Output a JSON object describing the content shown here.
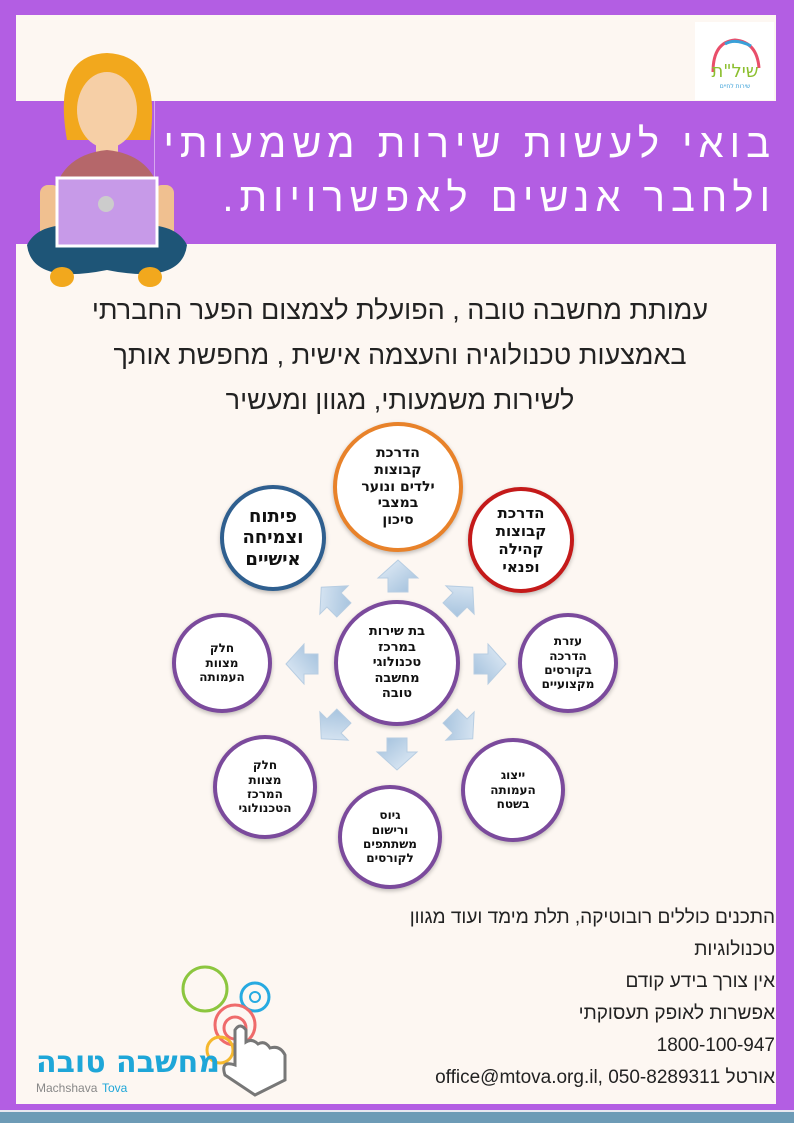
{
  "header": {
    "title_line1": "בואי לעשות שירות משמעותי",
    "title_line2": "ולחבר אנשים לאפשרויות.",
    "partner_logo_text": "שיל\"ת",
    "partner_logo_sub": "שירות לחיים"
  },
  "lead": {
    "line1": "עמותת מחשבה טובה , הפועלת לצמצום הפער החברתי",
    "line2": "באמצעות טכנולוגיה והעצמה אישית , מחפשת אותך",
    "line3": "לשירות משמעותי, מגוון ומעשיר"
  },
  "diagram": {
    "center": "בת שירות\nבמרכז\nטכנולוגי\nמחשבה\nטובה",
    "top": "הדרכת\nקבוצות\nילדים ונוער\nבמצבי\nסיכון",
    "top_right": "הדרכת\nקבוצות\nקהילה\nופנאי",
    "top_left": "פיתוח\nוצמיחה\nאישיים",
    "right": "עזרת\nהדרכה\nבקורסים\nמקצועיים",
    "left": "חלק\nמצוות\nהעמותה",
    "bottom_right": "ייצוג\nהעמותה\nבשטח",
    "bottom_left": "חלק\nמצוות\nהמרכז\nהטכנולוגי",
    "bottom": "גיוס\nורישום\nמשתתפים\nלקורסים",
    "colors": {
      "orange": "#e8822a",
      "red": "#c41a1a",
      "blue": "#2f5f8f",
      "purple": "#7b4a9c"
    }
  },
  "footer": {
    "lines": [
      "התכנים כוללים רובוטיקה, תלת מימד ועוד מגוון",
      "טכנולוגיות",
      "אין צורך בידע קודם",
      "אפשרות לאופק תעסוקתי",
      "1800-100-947",
      "office@mtova.org.il, אורטל 050-8289311"
    ]
  },
  "logo": {
    "hebrew": "מחשבה טובה",
    "latin1": "Machshava",
    "latin2": "Tova"
  }
}
